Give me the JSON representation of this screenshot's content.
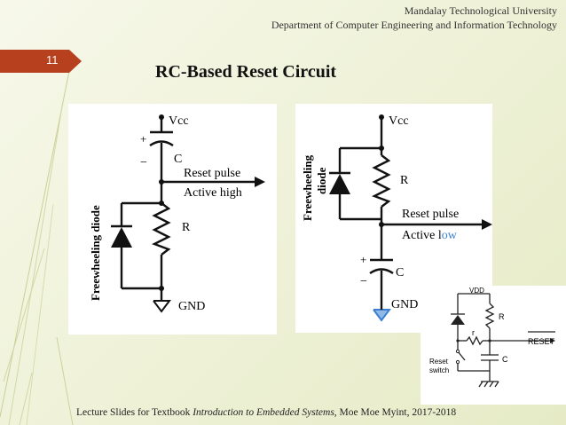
{
  "header": {
    "university": "Mandalay Technological University",
    "department": "Department of Computer Engineering and Information Technology"
  },
  "slide_number": "11",
  "title": "RC-Based Reset Circuit",
  "diagram_high": {
    "vcc": "Vcc",
    "cap": "C",
    "plus": "+",
    "minus": "−",
    "pulse": "Reset pulse",
    "level": "Active high",
    "res": "R",
    "diode": "Freewheeling diode",
    "gnd": "GND"
  },
  "diagram_low": {
    "vcc": "Vcc",
    "diode_line1": "Freewheeling",
    "diode_line2": "diode",
    "res": "R",
    "pulse": "Reset pulse",
    "level_a": "Active l",
    "level_b": "ow",
    "plus": "+",
    "minus": "−",
    "cap": "C",
    "gnd": "GND"
  },
  "diagram_switch": {
    "vdd": "VDD",
    "res_big": "R",
    "res_small": "r",
    "reset": "RESET",
    "cap": "C",
    "switch_line1": "Reset",
    "switch_line2": "switch"
  },
  "footer": {
    "prefix": "Lecture Slides for Textbook ",
    "book": "Introduction to Embedded Systems",
    "suffix": ", Moe Moe Myint, 2017-2018"
  },
  "colors": {
    "slide_number_bg": "#b7411f",
    "accent_green": "#7b8f2a",
    "blue_accent": "#3b7fd0"
  }
}
